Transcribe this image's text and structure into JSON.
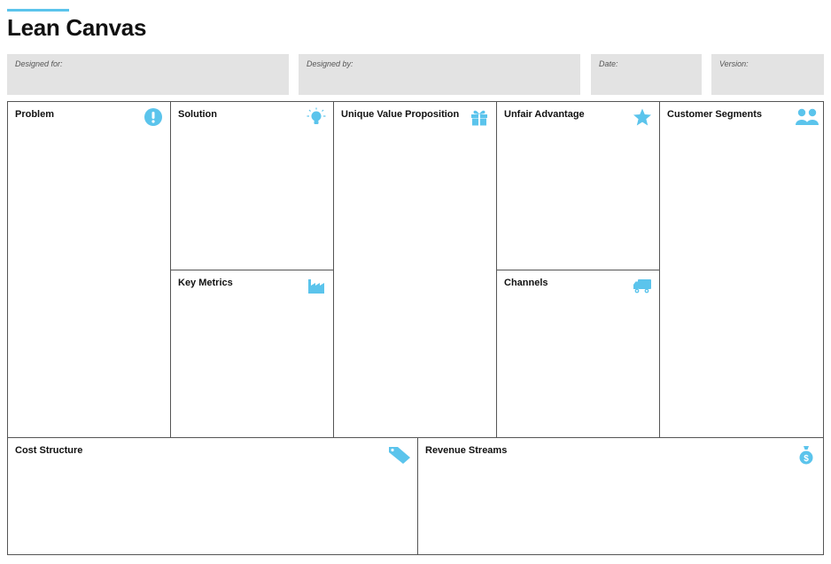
{
  "page": {
    "title": "Lean Canvas"
  },
  "header_fields": {
    "designed_for": "Designed for:",
    "designed_by": "Designed by:",
    "date": "Date:",
    "version": "Version:"
  },
  "sections": {
    "problem": {
      "title": "Problem",
      "icon": "exclamation-icon"
    },
    "solution": {
      "title": "Solution",
      "icon": "lightbulb-icon"
    },
    "key_metrics": {
      "title": "Key Metrics",
      "icon": "factory-icon"
    },
    "unique_value_proposition": {
      "title": "Unique Value Proposition",
      "icon": "gift-icon"
    },
    "unfair_advantage": {
      "title": "Unfair Advantage",
      "icon": "star-icon"
    },
    "channels": {
      "title": "Channels",
      "icon": "truck-icon"
    },
    "customer_segments": {
      "title": "Customer Segments",
      "icon": "users-icon"
    },
    "cost_structure": {
      "title": "Cost Structure",
      "icon": "tags-icon"
    },
    "revenue_streams": {
      "title": "Revenue Streams",
      "icon": "money-bag-icon"
    }
  },
  "colors": {
    "accent": "#5bc4ec",
    "field_bg": "#e3e3e3",
    "border": "#555555"
  }
}
